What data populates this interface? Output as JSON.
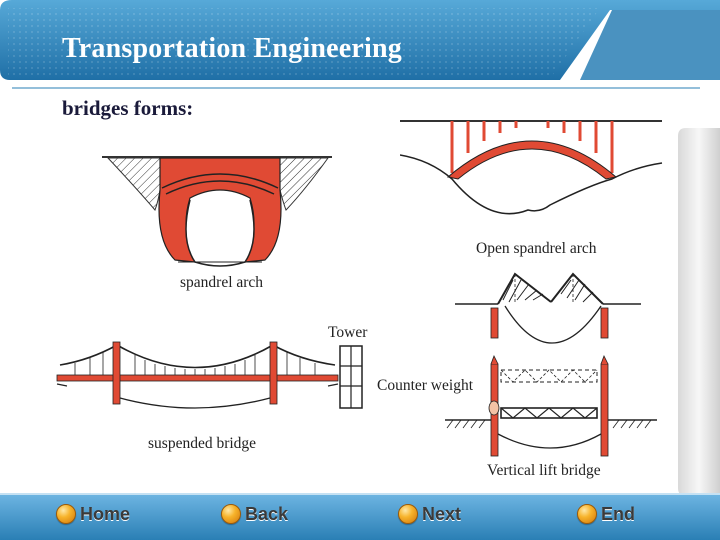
{
  "header": {
    "title": "Transportation Engineering"
  },
  "content": {
    "subtitle": "bridges forms:",
    "figures": {
      "spandrel_arch": "spandrel arch",
      "open_spandrel_arch": "Open spandrel arch",
      "suspended_bridge": "suspended bridge",
      "tower": "Tower",
      "counter_weight": "Counter weight",
      "vertical_lift_bridge": "Vertical lift bridge"
    }
  },
  "nav": {
    "home": "Home",
    "back": "Back",
    "next": "Next",
    "end": "End"
  },
  "colors": {
    "header_blue": "#2a7fb5",
    "bridge_red": "#e04a34",
    "nav_orange": "#f7b32b"
  }
}
